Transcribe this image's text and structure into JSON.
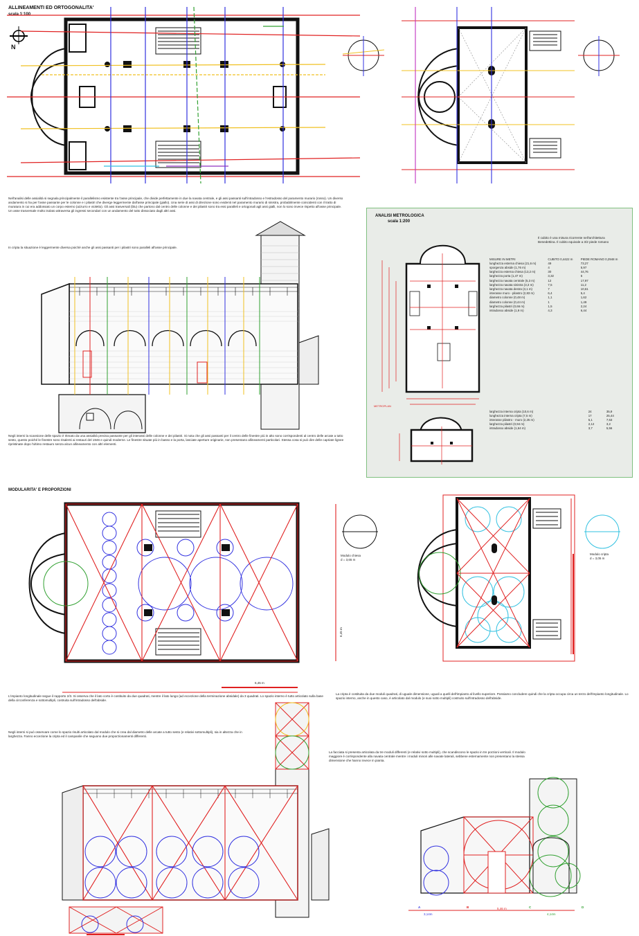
{
  "section1": {
    "title": "ALLINEAMENTI ED ORTOGONALITA'",
    "scale": "scala 1:100",
    "north": "N"
  },
  "para1": "Nell'analisi delle assialità si segnala principalmente il parallelismo esistente tra l'asse principale, che divide perfettamente in due la navata centrale, e gli assi passanti sull'intradosso e l'estradosso del paramento murario (rosso). Un diverso andamento si ha per l'asse passante per le colonne e i pilastri che diverge leggermente dall'asse principale (giallo). Una serie di assi di direzione sono evidenti nel paramento murario di sinistra, probabilmente coincidenti con il tratto di muratura in cui era addossato un corpo esterno (azzurro e violetto). Gli assi trasversali (blu) che partono dal centro delle colonne e dei pilastri sono tra essi paralleli e ortogonali agli assi gialli, non lo sono invece rispetto all'asse principale. Un asse trasversale molto isolato attraversa gli ingressi secondari con un andamento del tutto dissociato dagli altri assi.",
  "para1b": "In cripta la situazione è leggermente diversa poiché anche gli assi passanti per i pilastri sono paralleli all'asse principale.",
  "para2": "Negli interni la scansione delle spazio è ritmato da una assialità precisa passante per gli interassi delle colonne e dei pilastri. Si nota che gli assi passanti per il centro delle finestre più in alto sono corrispondenti al centro delle arcate a tutto sesto, questo poiché le finestre sono risalenti ai restauri del 1946 e quindi moderne. Le finestre situate più in basso e la porta, lasciate aperture originarie, non presentano allineamenti particolari. Stessa cosa si può dire delle capriate lignee ripristinate dopo l'ultimo restauro senza alcun allineamento con altri elementi.",
  "panel": {
    "title": "ANALISI METROLOGICA",
    "scale": "scala 1:200",
    "intro": "Il cubito è una misura ricorrente nell'architettura Benedettina. Il cubito equivale a 3/2 piede romano",
    "headers": [
      "MISURE IN METRI",
      "CUBITO 0,4422 m",
      "PIEDE ROMANO 0,2948 m"
    ],
    "rows": [
      [
        "lunghezza esterna chiesa (21,6 m)",
        "49",
        "73,27"
      ],
      [
        "sporgenza abside (1,76 m)",
        "4",
        "5,97"
      ],
      [
        "larghezza esterna chiesa (13,2 m)",
        "30",
        "44,76"
      ],
      [
        "larghezza porta (1,47 m)",
        "3,32",
        "5"
      ],
      [
        "larghezza navata centrale (5,3 m)",
        "12",
        "17,97"
      ],
      [
        "larghezza navata sinistra (3,3 m)",
        "7,5",
        "11,2"
      ],
      [
        "larghezza navata destra (3,1 m)",
        "7",
        "10,61"
      ],
      [
        "interasse muro - pilastro (2,83 m)",
        "6,4",
        "5,4"
      ],
      [
        "diametro colonne (0,48 m)",
        "1,1",
        "1,62"
      ],
      [
        "diametro colonne (0,44 m)",
        "1",
        "1,49"
      ],
      [
        "larghezza pilastri (0,66 m)",
        "1,5",
        "2,24"
      ],
      [
        "intradosso abside (1,9 m)",
        "4,3",
        "6,44"
      ]
    ],
    "rows2": [
      [
        "larghezza interna cripta (10,6 m)",
        "24",
        "35,9"
      ],
      [
        "lunghezza interna cripta (7,5 m)",
        "17",
        "25,44"
      ],
      [
        "interasse pilastro - muro (2,25 m)",
        "5,1",
        "7,63"
      ],
      [
        "larghezza pilastri (0,94 m)",
        "2,12",
        "3,2"
      ],
      [
        "intradosso abside (1,64 m)",
        "3,7",
        "5,56"
      ]
    ],
    "plan_label": "METROPLAN"
  },
  "section2": {
    "title": "MODULARITA' E PROPORZIONI"
  },
  "module1": "Modulo chiesa\nd = 3,65 m",
  "module2": "Modulo cripta\nd = 3,05 m",
  "dim_a": "6,45 m",
  "dim_b": "6,45 m",
  "para3": "L'impianto longitudinale segue il rapporto 2/3. Si osserva che il lato corto è costituito da due quadrati, mentre il lato lungo (ad eccezione della terminazione absidale) da 3 quadrati. Lo spazio interno è tutto articolato sulla base della circonferenza e sottomultipli, costruita sull'intradosso dell'abside.",
  "para4": "Negli interni si può osservare come lo spazio risulti articolato dal modulo che si crea dal diametro delle arcate a tutto sesto (e relativi sottomultipli), sia in altezza che in larghezza. Fanno eccezione la cripta ed il campanile che seguono due proporzionamenti differenti.",
  "para5": "La cripta è costituita da due moduli quadrati, di uguale dimensione, uguali a quelli dell'impianto al livello superiore. Possiamo concludere quindi che la cripta occupa circa un terzo dell'impianto longitudinale. Lo spazio interno, anche in questo caso, è articolato dal modulo (e suoi sotto multipli) costruito sull'intradosso dell'abside.",
  "para6": "La facciata si presenta articolata da tre moduli differenti (e relativi sotto multipli), che scandiscono le spazio in tre porzioni verticali. Il modulo maggiore è corrispondente alla navata centrale mentre i moduli minori alle navate laterali, sebbene esternamente non presentano la stessa dimensione che hanno invece in pianta.",
  "dims_bottom": [
    "3,14m",
    "5,46 m",
    "4,14m"
  ],
  "letters": [
    "A",
    "B",
    "C",
    "D"
  ]
}
